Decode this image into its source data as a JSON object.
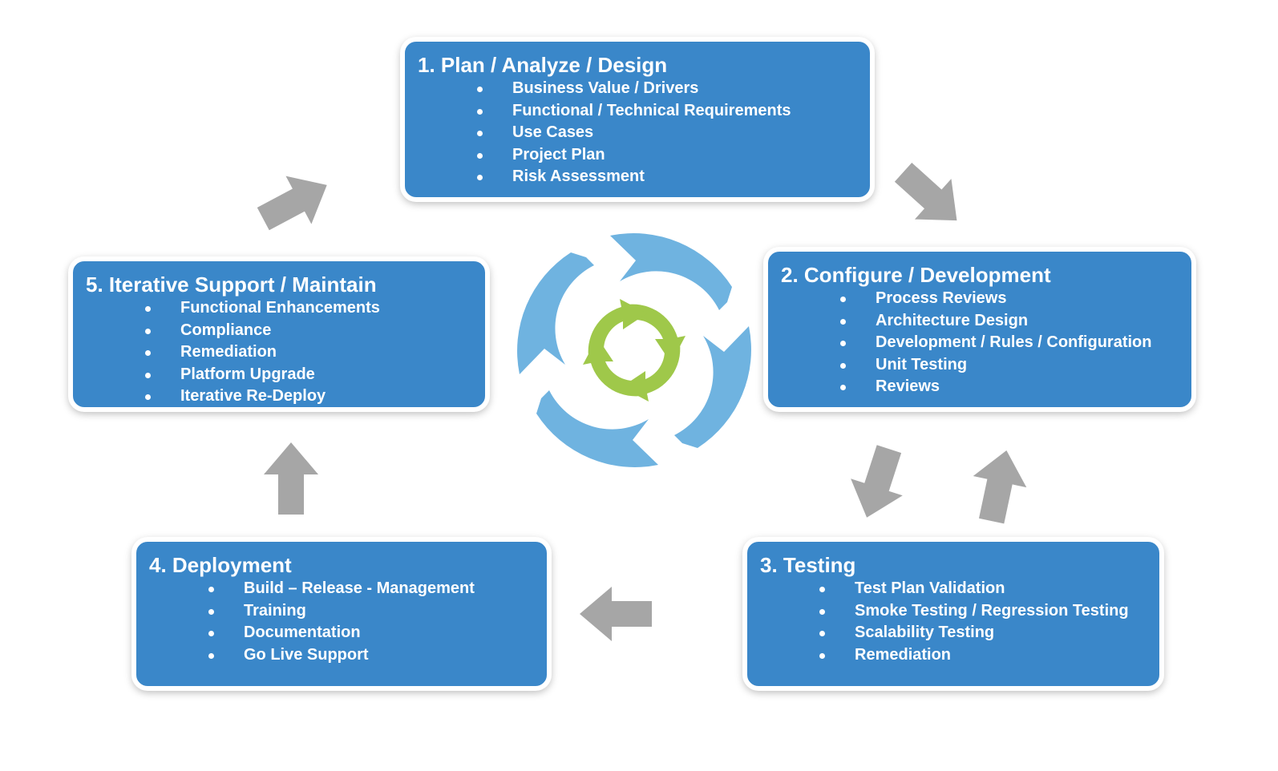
{
  "stages": [
    {
      "title": "1. Plan / Analyze / Design",
      "items": [
        "Business Value / Drivers",
        "Functional / Technical Requirements",
        "Use Cases",
        "Project Plan",
        "Risk Assessment"
      ]
    },
    {
      "title": "2. Configure / Development",
      "items": [
        "Process Reviews",
        "Architecture Design",
        "Development / Rules / Configuration",
        "Unit Testing",
        "Reviews"
      ]
    },
    {
      "title": "3. Testing",
      "items": [
        "Test Plan Validation",
        "Smoke Testing / Regression Testing",
        "Scalability Testing",
        "Remediation"
      ]
    },
    {
      "title": "4. Deployment",
      "items": [
        "Build – Release - Management",
        "Training",
        "Documentation",
        "Go Live Support"
      ]
    },
    {
      "title": "5. Iterative Support / Maintain",
      "items": [
        "Functional Enhancements",
        "Compliance",
        "Remediation",
        "Platform Upgrade",
        "Iterative Re-Deploy"
      ]
    }
  ],
  "colors": {
    "box_fill": "#3a87c9",
    "box_text": "#ffffff",
    "arrow": "#a6a6a6",
    "cycle_outer": "#6fb3e0",
    "cycle_inner": "#9fc84a"
  },
  "icons": {
    "center": "cycle-icon",
    "connectors": "arrow-icon"
  }
}
